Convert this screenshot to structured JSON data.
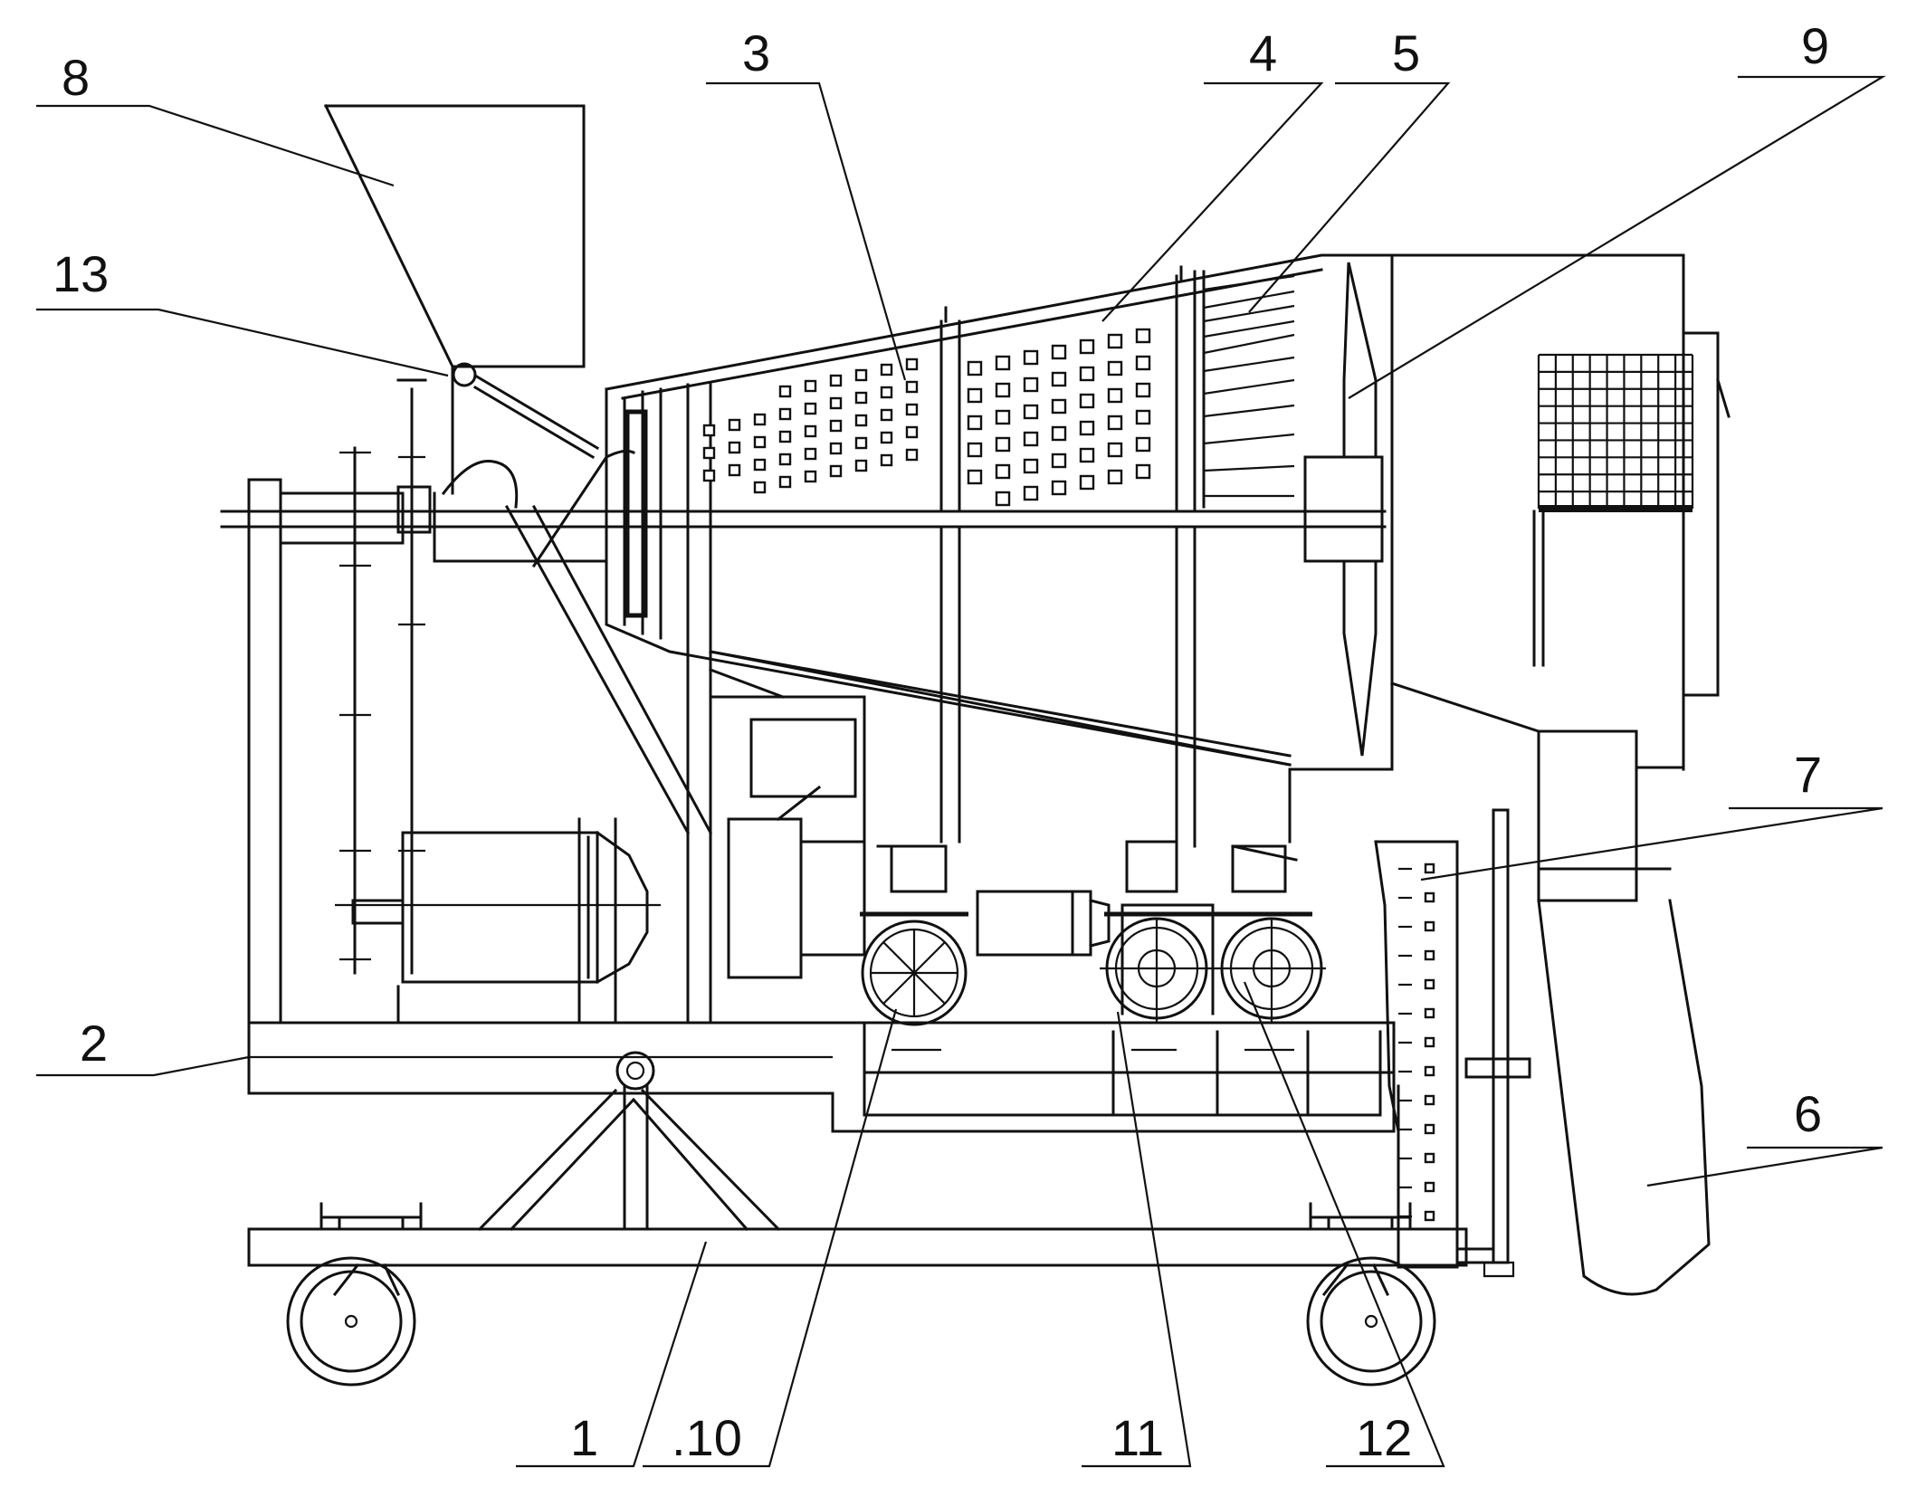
{
  "figure": {
    "labels": [
      {
        "id": "label-1",
        "text": "1"
      },
      {
        "id": "label-2",
        "text": "2"
      },
      {
        "id": "label-3",
        "text": "3"
      },
      {
        "id": "label-4",
        "text": "4"
      },
      {
        "id": "label-5",
        "text": "5"
      },
      {
        "id": "label-6",
        "text": "6"
      },
      {
        "id": "label-7",
        "text": "7"
      },
      {
        "id": "label-8",
        "text": "8"
      },
      {
        "id": "label-9",
        "text": "9"
      },
      {
        "id": "label-10",
        "text": ".10"
      },
      {
        "id": "label-11",
        "text": "11"
      },
      {
        "id": "label-12",
        "text": "12"
      },
      {
        "id": "label-13",
        "text": "13"
      }
    ]
  }
}
